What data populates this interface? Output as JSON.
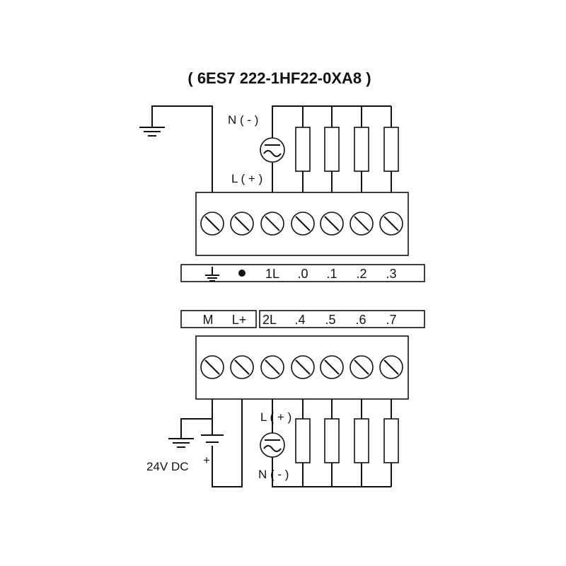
{
  "title": "( 6ES7  222-1HF22-0XA8 )",
  "top_source": {
    "neg_label": "N ( - )",
    "pos_label": "L ( + )"
  },
  "bottom_source": {
    "pos_label": "L ( + )",
    "neg_label": "N ( - )"
  },
  "dc_supply": {
    "voltage_label": "24V DC",
    "plus_label": "+"
  },
  "top_strip": {
    "terminals": [
      "ground-icon",
      "dot",
      "1L",
      ".0",
      ".1",
      ".2",
      ".3"
    ],
    "labels": {
      "t3": "1L",
      "t4": ".0",
      "t5": ".1",
      "t6": ".2",
      "t7": ".3"
    }
  },
  "bottom_strip": {
    "left_labels": {
      "m": "M",
      "lplus": "L+"
    },
    "right_labels": {
      "t3": "2L",
      "t4": ".4",
      "t5": ".5",
      "t6": ".6",
      "t7": ".7"
    }
  },
  "icons": [
    "ground-icon",
    "ac-source-icon",
    "dc-battery-icon",
    "screw-terminal-icon",
    "load-resistor-icon"
  ]
}
